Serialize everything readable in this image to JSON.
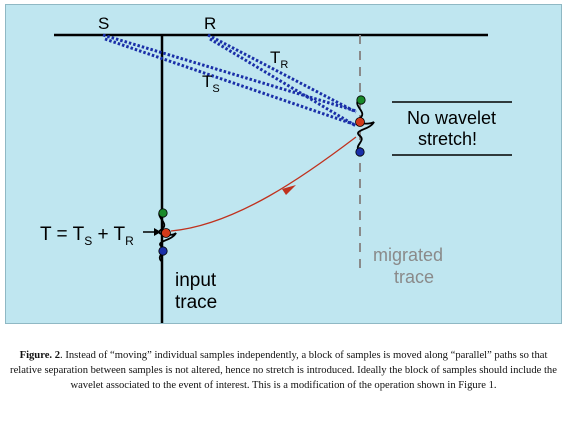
{
  "labels": {
    "source": "S",
    "receiver": "R",
    "t_r_base": "T",
    "t_r_sub": "R",
    "t_s_base": "T",
    "t_s_sub": "S",
    "eq_lhs": "T = T",
    "eq_s_sub": "S",
    "eq_plus": " + T",
    "eq_r_sub": "R",
    "no_wavelet_line1": "No wavelet",
    "no_wavelet_line2": "stretch!",
    "input_trace_line1": "input",
    "input_trace_line2": "trace",
    "migrated_trace_line1": "migrated",
    "migrated_trace_line2": "trace"
  },
  "caption": {
    "figure_label": "Figure. 2",
    "text": ". Instead of “moving” individual samples independently, a block of samples is moved along “parallel” paths so that relative separation between samples is not altered, hence no stretch is introduced. Ideally the block of samples should include the wavelet associated to the event of interest. This is a modification of the operation shown in Figure 1."
  },
  "colors": {
    "background": "#bfe6f0",
    "ray_path": "#1a2fa8",
    "migration_arrow": "#c0321e",
    "migrated_trace": "#8a8a8a",
    "migrated_label": "#8a8a8a",
    "sample_top": "#1a8a2a",
    "sample_mid": "#d23a1a",
    "sample_bottom": "#1a2fa8"
  }
}
